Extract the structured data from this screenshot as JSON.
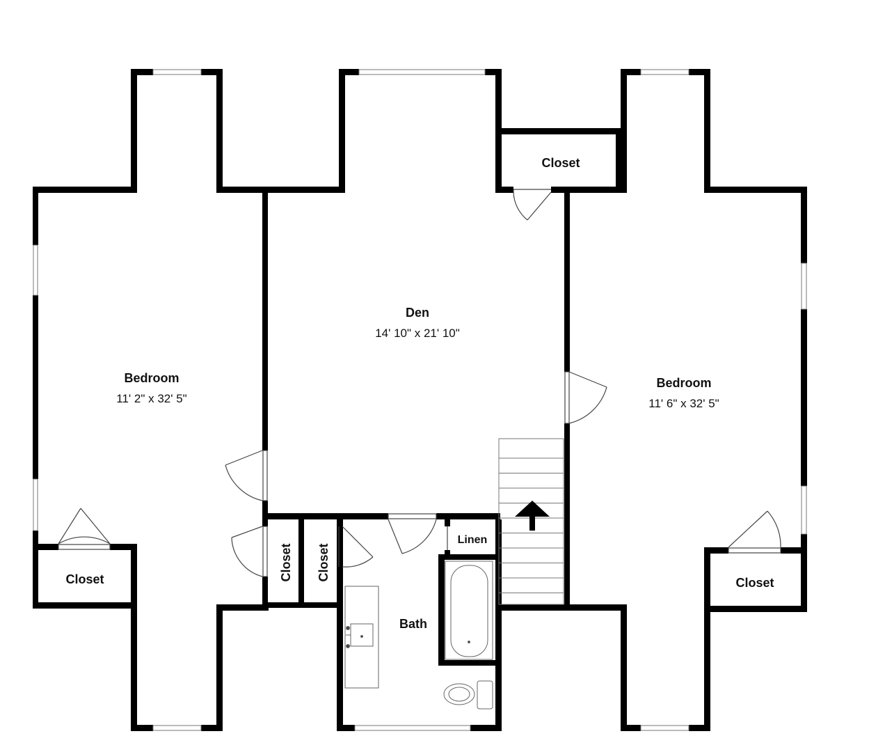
{
  "colors": {
    "wall": "#000000",
    "fixture": "#555555",
    "background": "#ffffff"
  },
  "rooms": {
    "bedroom_left": {
      "name": "Bedroom",
      "dims": "11' 2\" x 32' 5\""
    },
    "den": {
      "name": "Den",
      "dims": "14' 10\" x 21' 10\""
    },
    "bedroom_right": {
      "name": "Bedroom",
      "dims": "11' 6\" x 32' 5\""
    },
    "closet_top": {
      "name": "Closet"
    },
    "closet_left": {
      "name": "Closet"
    },
    "closet_right": {
      "name": "Closet"
    },
    "closet_mid_a": {
      "name": "Closet"
    },
    "closet_mid_b": {
      "name": "Closet"
    },
    "linen": {
      "name": "Linen"
    },
    "bath": {
      "name": "Bath"
    }
  },
  "icons": {
    "stairs": "up-arrow-icon",
    "toilet": "toilet-icon",
    "sink": "sink-icon",
    "tub": "bathtub-icon"
  }
}
